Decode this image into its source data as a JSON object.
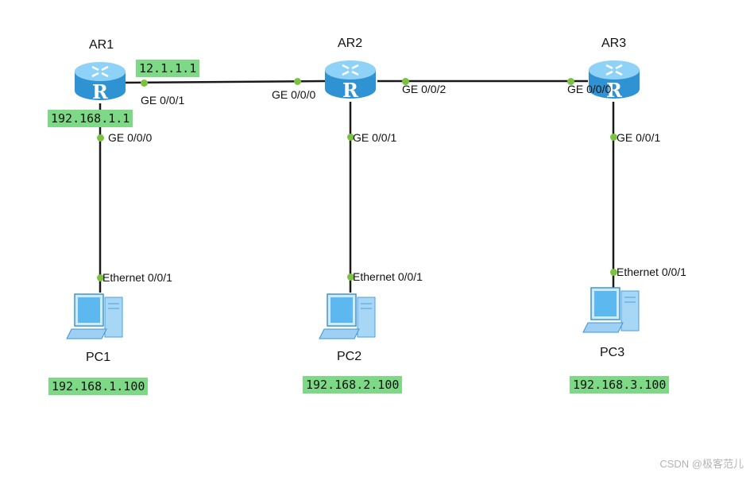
{
  "routers": [
    {
      "name": "AR1",
      "icon": "router-icon"
    },
    {
      "name": "AR2",
      "icon": "router-icon"
    },
    {
      "name": "AR3",
      "icon": "router-icon"
    }
  ],
  "pcs": [
    {
      "name": "PC1",
      "icon": "pc-icon",
      "ip": "192.168.1.100",
      "port": "Ethernet 0/0/1"
    },
    {
      "name": "PC2",
      "icon": "pc-icon",
      "ip": "192.168.2.100",
      "port": "Ethernet 0/0/1"
    },
    {
      "name": "PC3",
      "icon": "pc-icon",
      "ip": "192.168.3.100",
      "port": "Ethernet 0/0/1"
    }
  ],
  "interfaces": {
    "ar1_ge001": "GE 0/0/1",
    "ar1_ge000": "GE 0/0/0",
    "ar2_ge000": "GE 0/0/0",
    "ar2_ge002": "GE 0/0/2",
    "ar2_ge001": "GE 0/0/1",
    "ar3_ge000": "GE 0/0/0",
    "ar3_ge001": "GE 0/0/1"
  },
  "ip_labels": {
    "ar1_wan": "12.1.1.1",
    "ar1_lan": "192.168.1.1"
  },
  "colors": {
    "link": "#1a1a1a",
    "port_dot": "#7cc241",
    "ip_highlight": "#7ed987",
    "router_body": "#3ea7e0"
  },
  "watermark": "CSDN @极客范儿"
}
